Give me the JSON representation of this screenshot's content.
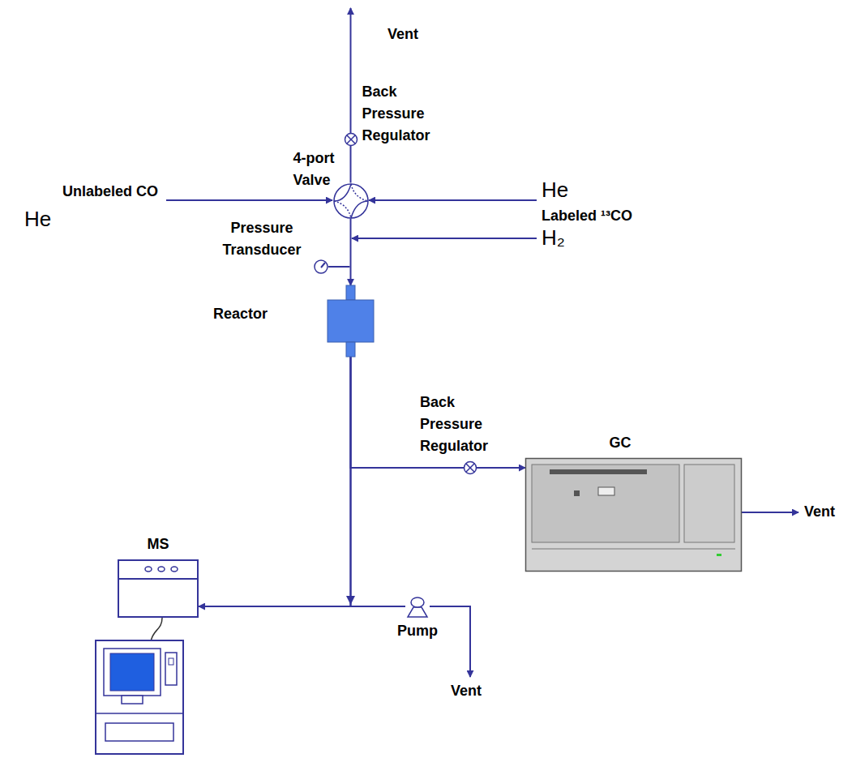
{
  "diagram": {
    "nodes": [
      {
        "text": [
          "Back Pressure Regulator"
        ]
      },
      {
        "text": [
          "4-port Valve"
        ]
      },
      {
        "text": [
          "Pressure Transducer"
        ]
      },
      {
        "text": [
          "Reactor"
        ]
      },
      {
        "text": [
          "Back Pressure Regulator"
        ]
      },
      {
        "text": [
          "GC"
        ]
      },
      {
        "text": [
          "MS"
        ]
      },
      {
        "text": [
          "Pump"
        ]
      }
    ],
    "edges": [
      {
        "from": 1,
        "to": 0,
        "arrow": "none"
      },
      {
        "from": 1,
        "to": 3,
        "arrow": "to"
      },
      {
        "from": 3,
        "to": 4,
        "arrow": "none"
      },
      {
        "from": 4,
        "to": 5,
        "arrow": "to"
      },
      {
        "from": 3,
        "to": 6,
        "arrow": "to"
      },
      {
        "from": 3,
        "to": 7,
        "arrow": "none"
      }
    ],
    "labels": [
      "Vent",
      "Unlabeled CO",
      "He",
      "He",
      "Labeled ¹³CO",
      "H₂",
      "Vent",
      "Vent"
    ]
  }
}
